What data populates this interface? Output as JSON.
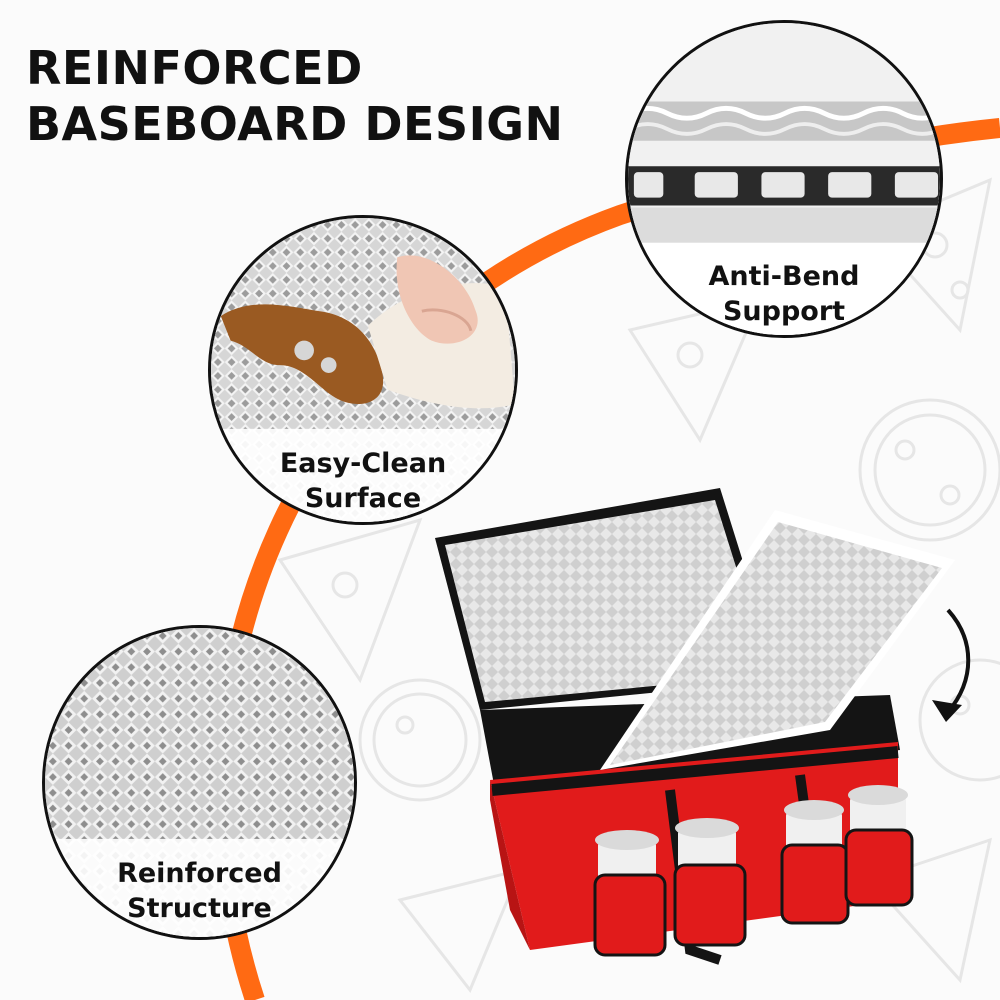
{
  "headline": {
    "line1": "REINFORCED",
    "line2": "BASEBOARD DESIGN"
  },
  "callouts": {
    "anti_bend": {
      "line1": "Anti-Bend",
      "line2": "Support"
    },
    "easy_clean": {
      "line1": "Easy-Clean",
      "line2": "Surface"
    },
    "reinforced": {
      "line1": "Reinforced",
      "line2": "Structure"
    }
  },
  "colors": {
    "accent_orange": "#ff6a13",
    "bag_red": "#e11b1b",
    "trim_black": "#141414",
    "foil_silver": "#c9c9c9",
    "text_dark": "#111111"
  },
  "icons": [
    "curved-arrow-icon",
    "pizza-slice-icon",
    "pizza-icon"
  ]
}
